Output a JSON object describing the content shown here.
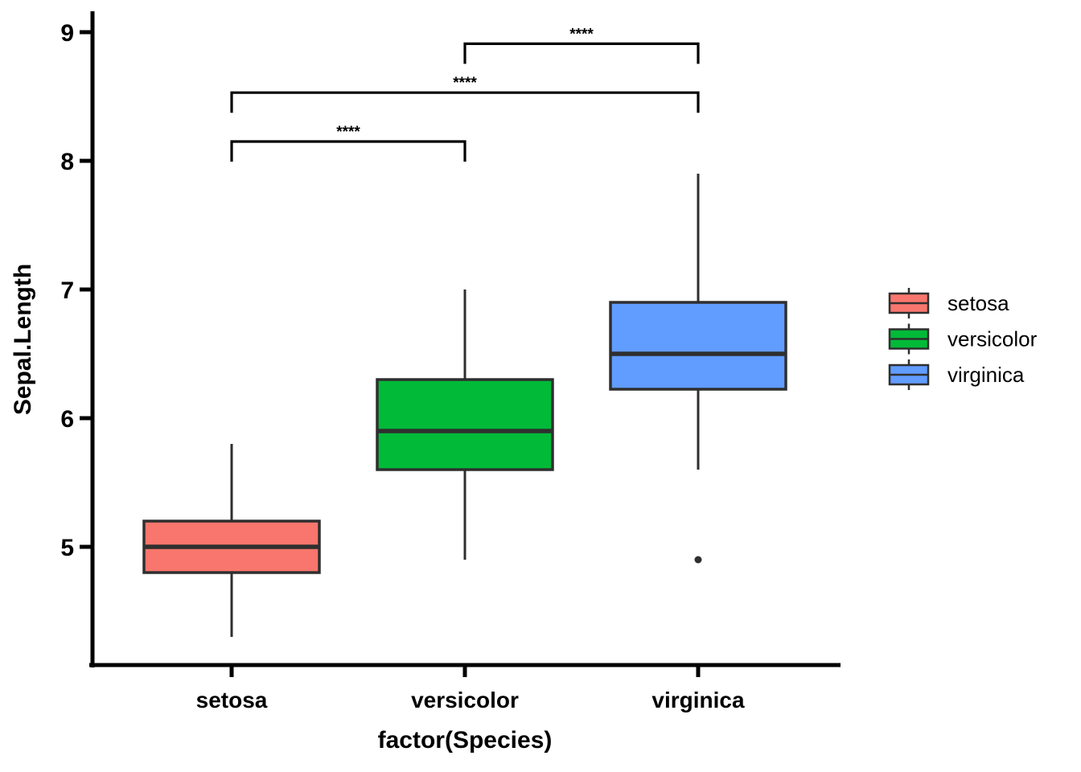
{
  "figure": {
    "background": "#ffffff"
  },
  "chart_data": {
    "type": "boxplot",
    "title": "",
    "xlabel": "factor(Species)",
    "ylabel": "Sepal.Length",
    "ylim": [
      4.08,
      9.16
    ],
    "yticks": [
      5,
      6,
      7,
      8,
      9
    ],
    "grid": false,
    "categories": [
      "setosa",
      "versicolor",
      "virginica"
    ],
    "series": [
      {
        "name": "setosa",
        "color": "#F8766D",
        "whisker_low": 4.3,
        "q1": 4.8,
        "median": 5.0,
        "q3": 5.2,
        "whisker_high": 5.8,
        "outliers": []
      },
      {
        "name": "versicolor",
        "color": "#00BA38",
        "whisker_low": 4.9,
        "q1": 5.6,
        "median": 5.9,
        "q3": 6.3,
        "whisker_high": 7.0,
        "outliers": []
      },
      {
        "name": "virginica",
        "color": "#619CFF",
        "whisker_low": 5.6,
        "q1": 6.225,
        "median": 6.5,
        "q3": 6.9,
        "whisker_high": 7.9,
        "outliers": [
          4.9
        ]
      }
    ],
    "annotations": [
      {
        "type": "significance-bracket",
        "group1": "setosa",
        "group2": "versicolor",
        "label": "****",
        "y_value": 8.15
      },
      {
        "type": "significance-bracket",
        "group1": "setosa",
        "group2": "virginica",
        "label": "****",
        "y_value": 8.53
      },
      {
        "type": "significance-bracket",
        "group1": "versicolor",
        "group2": "virginica",
        "label": "****",
        "y_value": 8.91
      }
    ],
    "legend": {
      "position": "right",
      "entries": [
        {
          "label": "setosa",
          "color": "#F8766D"
        },
        {
          "label": "versicolor",
          "color": "#00BA38"
        },
        {
          "label": "virginica",
          "color": "#619CFF"
        }
      ]
    },
    "colors": {
      "box_stroke": "#2f2f2f",
      "axis": "#000000",
      "outlier": "#2f2f2f"
    }
  }
}
